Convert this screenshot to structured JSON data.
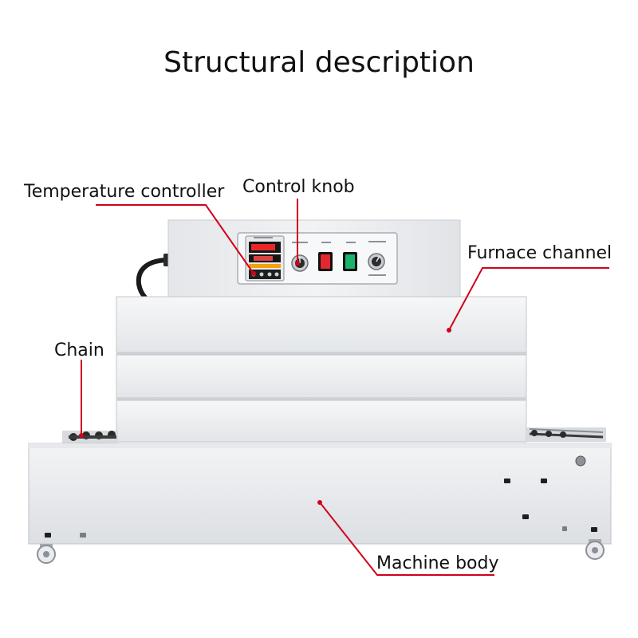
{
  "title": "Structural description",
  "labels": {
    "temperature_controller": "Temperature controller",
    "control_knob": "Control knob",
    "furnace_channel": "Furnace channel",
    "chain": "Chain",
    "machine_body": "Machine body"
  },
  "colors": {
    "leader": "#d0021b",
    "machine_light": "#eef0f2",
    "machine_mid": "#dfe2e6",
    "machine_edge": "#c3c7cc",
    "switch_red": "#e0282e",
    "switch_green": "#19b36b",
    "display_red": "#ff2a2a"
  }
}
